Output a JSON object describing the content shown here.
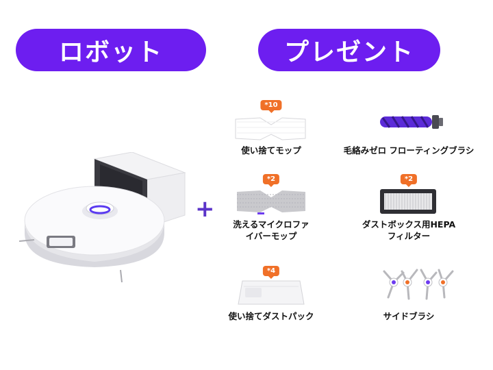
{
  "headers": {
    "robot": "ロボット",
    "present": "プレゼント"
  },
  "plus_sign": "+",
  "accessories": [
    {
      "label": "使い捨てモップ",
      "badge": "*10"
    },
    {
      "label": "毛絡みゼロ フローティングブラシ",
      "badge": ""
    },
    {
      "label_lines": [
        "洗えるマイクロファ",
        "イバーモップ"
      ],
      "badge": "*2"
    },
    {
      "label_lines": [
        "ダストボックス用HEPA",
        "フィルター"
      ],
      "badge": "*2"
    },
    {
      "label": "使い捨てダストパック",
      "badge": "*4"
    },
    {
      "label": "サイドブラシ",
      "badge": ""
    }
  ],
  "colors": {
    "header_pill": "#6d1ef0",
    "badge": "#f07028",
    "plus": "#5b34c9",
    "brush_purple": "#5b2bd8"
  }
}
